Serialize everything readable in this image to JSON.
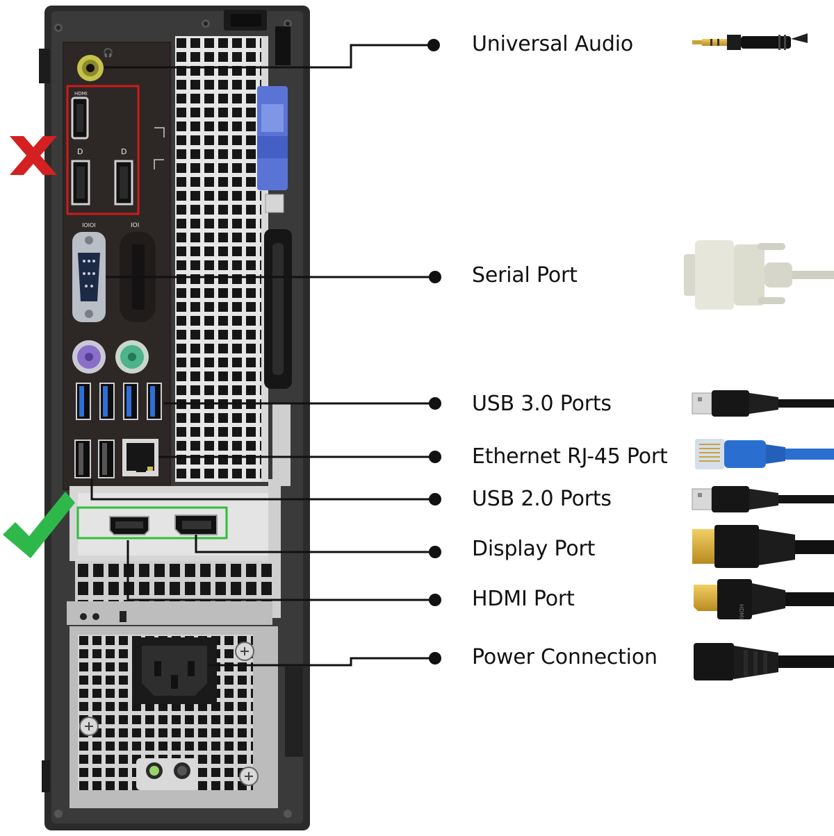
{
  "labels": {
    "universal_audio": "Universal Audio",
    "serial_port": "Serial Port",
    "usb3_ports": "USB 3.0 Ports",
    "ethernet_port": "Ethernet RJ-45 Port",
    "usb2_ports": "USB 2.0 Ports",
    "display_port": "Display Port",
    "hdmi_port": "HDMI Port",
    "power_connection": "Power Connection"
  },
  "panel_marks": {
    "hdmi": "HDMI",
    "serial": "IOIOI",
    "vga": "IOI"
  },
  "cable_marks": {
    "hdmi": "HDMI"
  },
  "colors": {
    "reject_box": "#d01a1a",
    "accept_box": "#2fbf3a",
    "reject_mark": "#d42020",
    "accept_mark": "#2eb84a",
    "leader_line": "#111111",
    "ethernet_cable": "#2a6fd0",
    "usb3_blue": "#2f6fd6",
    "ps2_mouse": "#8a6fc9",
    "ps2_keyboard": "#4cb38a"
  },
  "icons": {
    "reject": "x-mark-icon",
    "accept": "check-mark-icon"
  }
}
